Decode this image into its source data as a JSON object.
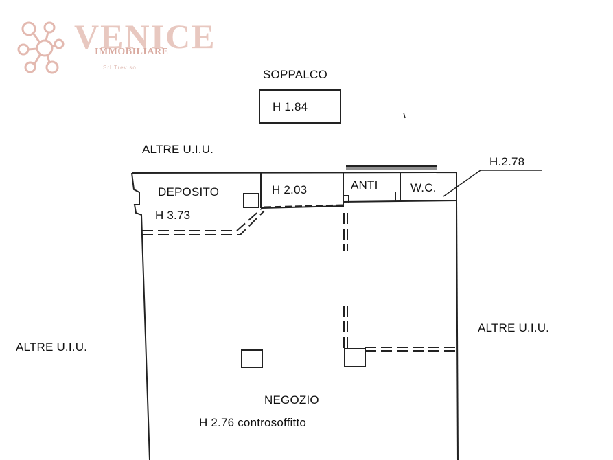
{
  "logo": {
    "brand": "VENICE",
    "subtitle": "IMMOBILIARE",
    "tagline": "Srl Treviso",
    "color": "#e8c8c0"
  },
  "labels": {
    "soppalco": "SOPPALCO",
    "soppalco_height": "H 1.84",
    "altre_top": "ALTRE U.I.U.",
    "altre_left": "ALTRE U.I.U.",
    "altre_right": "ALTRE U.I.U.",
    "deposito": "DEPOSITO",
    "deposito_height": "H 3.73",
    "h203": "H 2.03",
    "anti": "ANTI",
    "wc": "W.C.",
    "h278": "H.2.78",
    "negozio": "NEGOZIO",
    "negozio_height": "H 2.76 controsoffitto"
  },
  "colors": {
    "line": "#222222",
    "background": "#ffffff"
  }
}
